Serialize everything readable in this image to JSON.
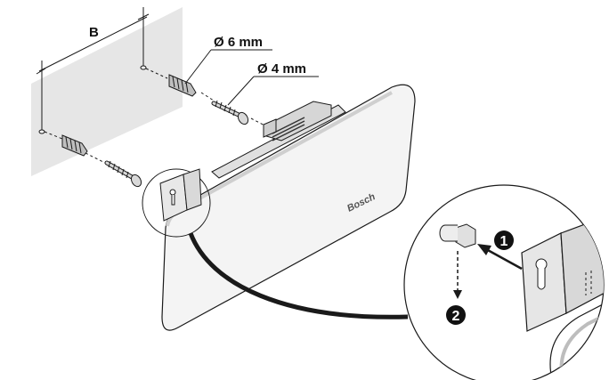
{
  "labels": {
    "spacing": "B",
    "plug_diameter": "Ø 6 mm",
    "screw_diameter": "Ø 4 mm",
    "brand": "Bosch"
  },
  "steps": {
    "step1": "1",
    "step2": "2"
  },
  "colors": {
    "wall": "#e6e6e6",
    "panel": "#f2f2f2",
    "panel_edge": "#cfcfcf",
    "line": "#1a1a1a",
    "marker": "#111111"
  },
  "icons": {
    "plug": "wall-plug-icon",
    "screw": "wood-screw-icon",
    "bracket": "keyhole-bracket-icon",
    "bolt": "hex-bolt-icon"
  }
}
